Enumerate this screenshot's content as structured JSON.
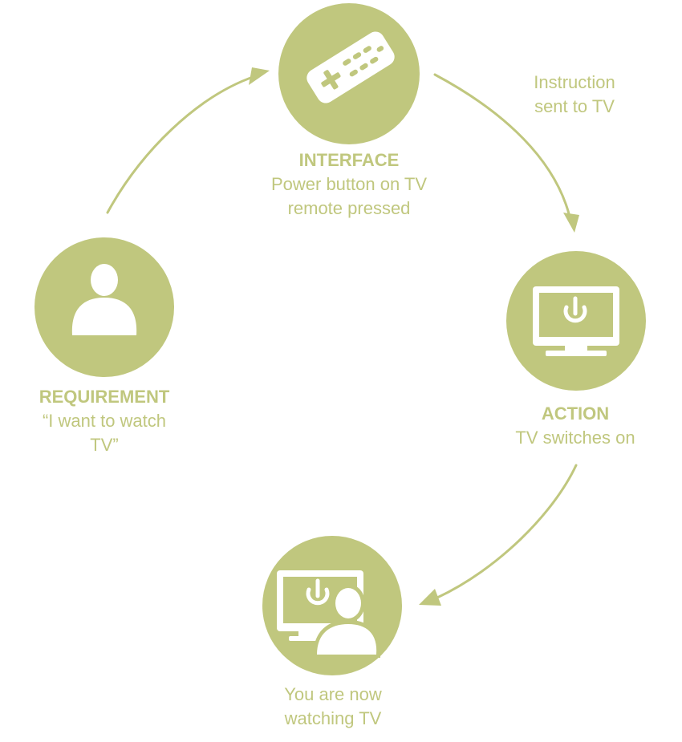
{
  "colors": {
    "accent": "#c0c77e",
    "icon": "#ffffff",
    "background": "#ffffff"
  },
  "nodes": {
    "interface": {
      "heading": "INTERFACE",
      "line1": "Power button on TV",
      "line2": "remote pressed",
      "icon": "remote-control-icon"
    },
    "requirement": {
      "heading": "REQUIREMENT",
      "line1": "“I want to watch",
      "line2": "TV”",
      "icon": "person-icon"
    },
    "action": {
      "heading": "ACTION",
      "line1": "TV switches on",
      "icon": "tv-power-icon"
    },
    "result": {
      "line1": "You are now",
      "line2": "watching TV",
      "icon": "person-watching-tv-icon"
    }
  },
  "edges": {
    "instruction": {
      "line1": "Instruction",
      "line2": "sent to TV"
    }
  }
}
